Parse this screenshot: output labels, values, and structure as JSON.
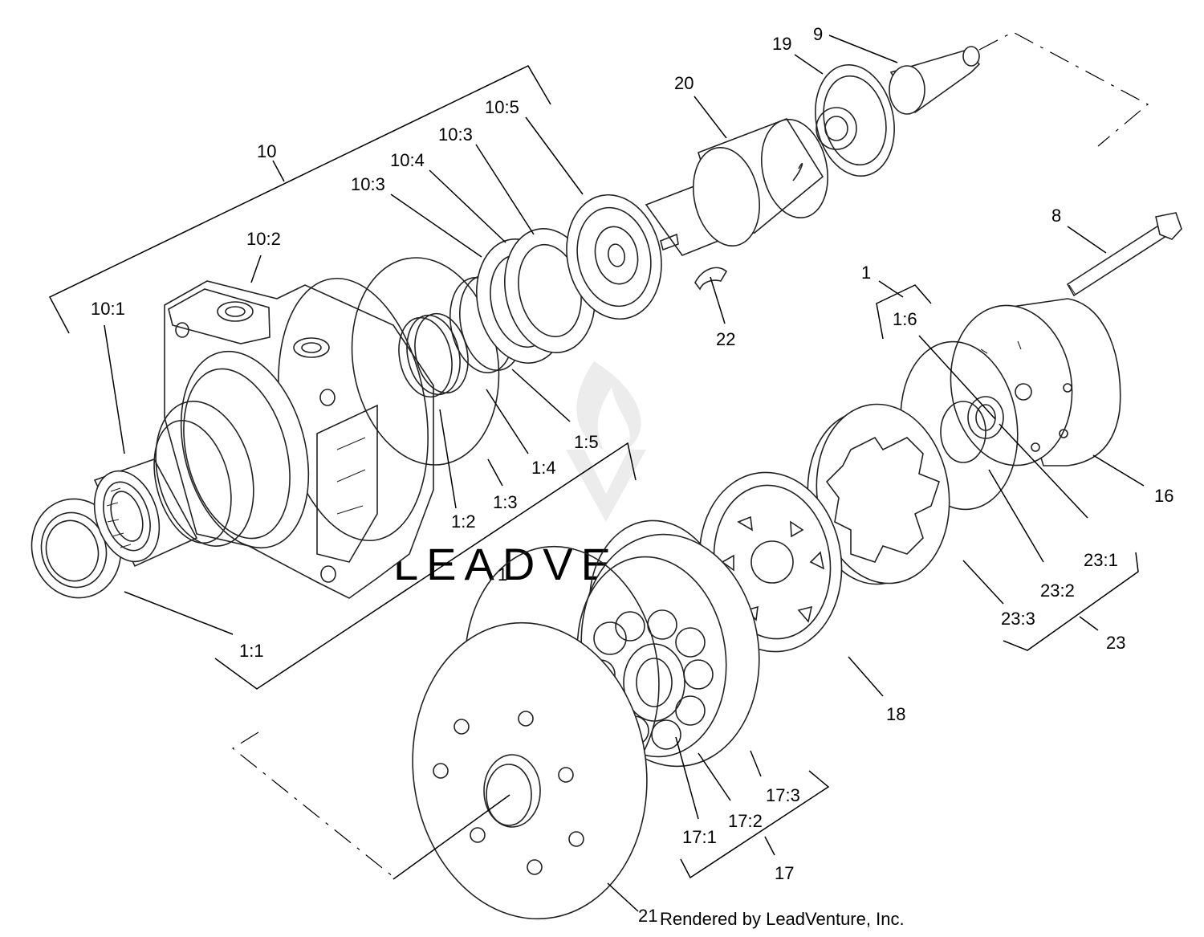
{
  "diagram": {
    "callouts": [
      "10",
      "10:1",
      "10:2",
      "10:3",
      "10:4",
      "10:3",
      "10:5",
      "20",
      "19",
      "9",
      "8",
      "22",
      "1",
      "1:6",
      "16",
      "1:1",
      "1:2",
      "1:3",
      "1:4",
      "1:5",
      "1",
      "23:1",
      "23:2",
      "23:3",
      "23",
      "18",
      "17:1",
      "17:2",
      "17:3",
      "17",
      "21"
    ],
    "credit": "Rendered by LeadVenture, Inc.",
    "watermark": "LEADVENTURE"
  }
}
